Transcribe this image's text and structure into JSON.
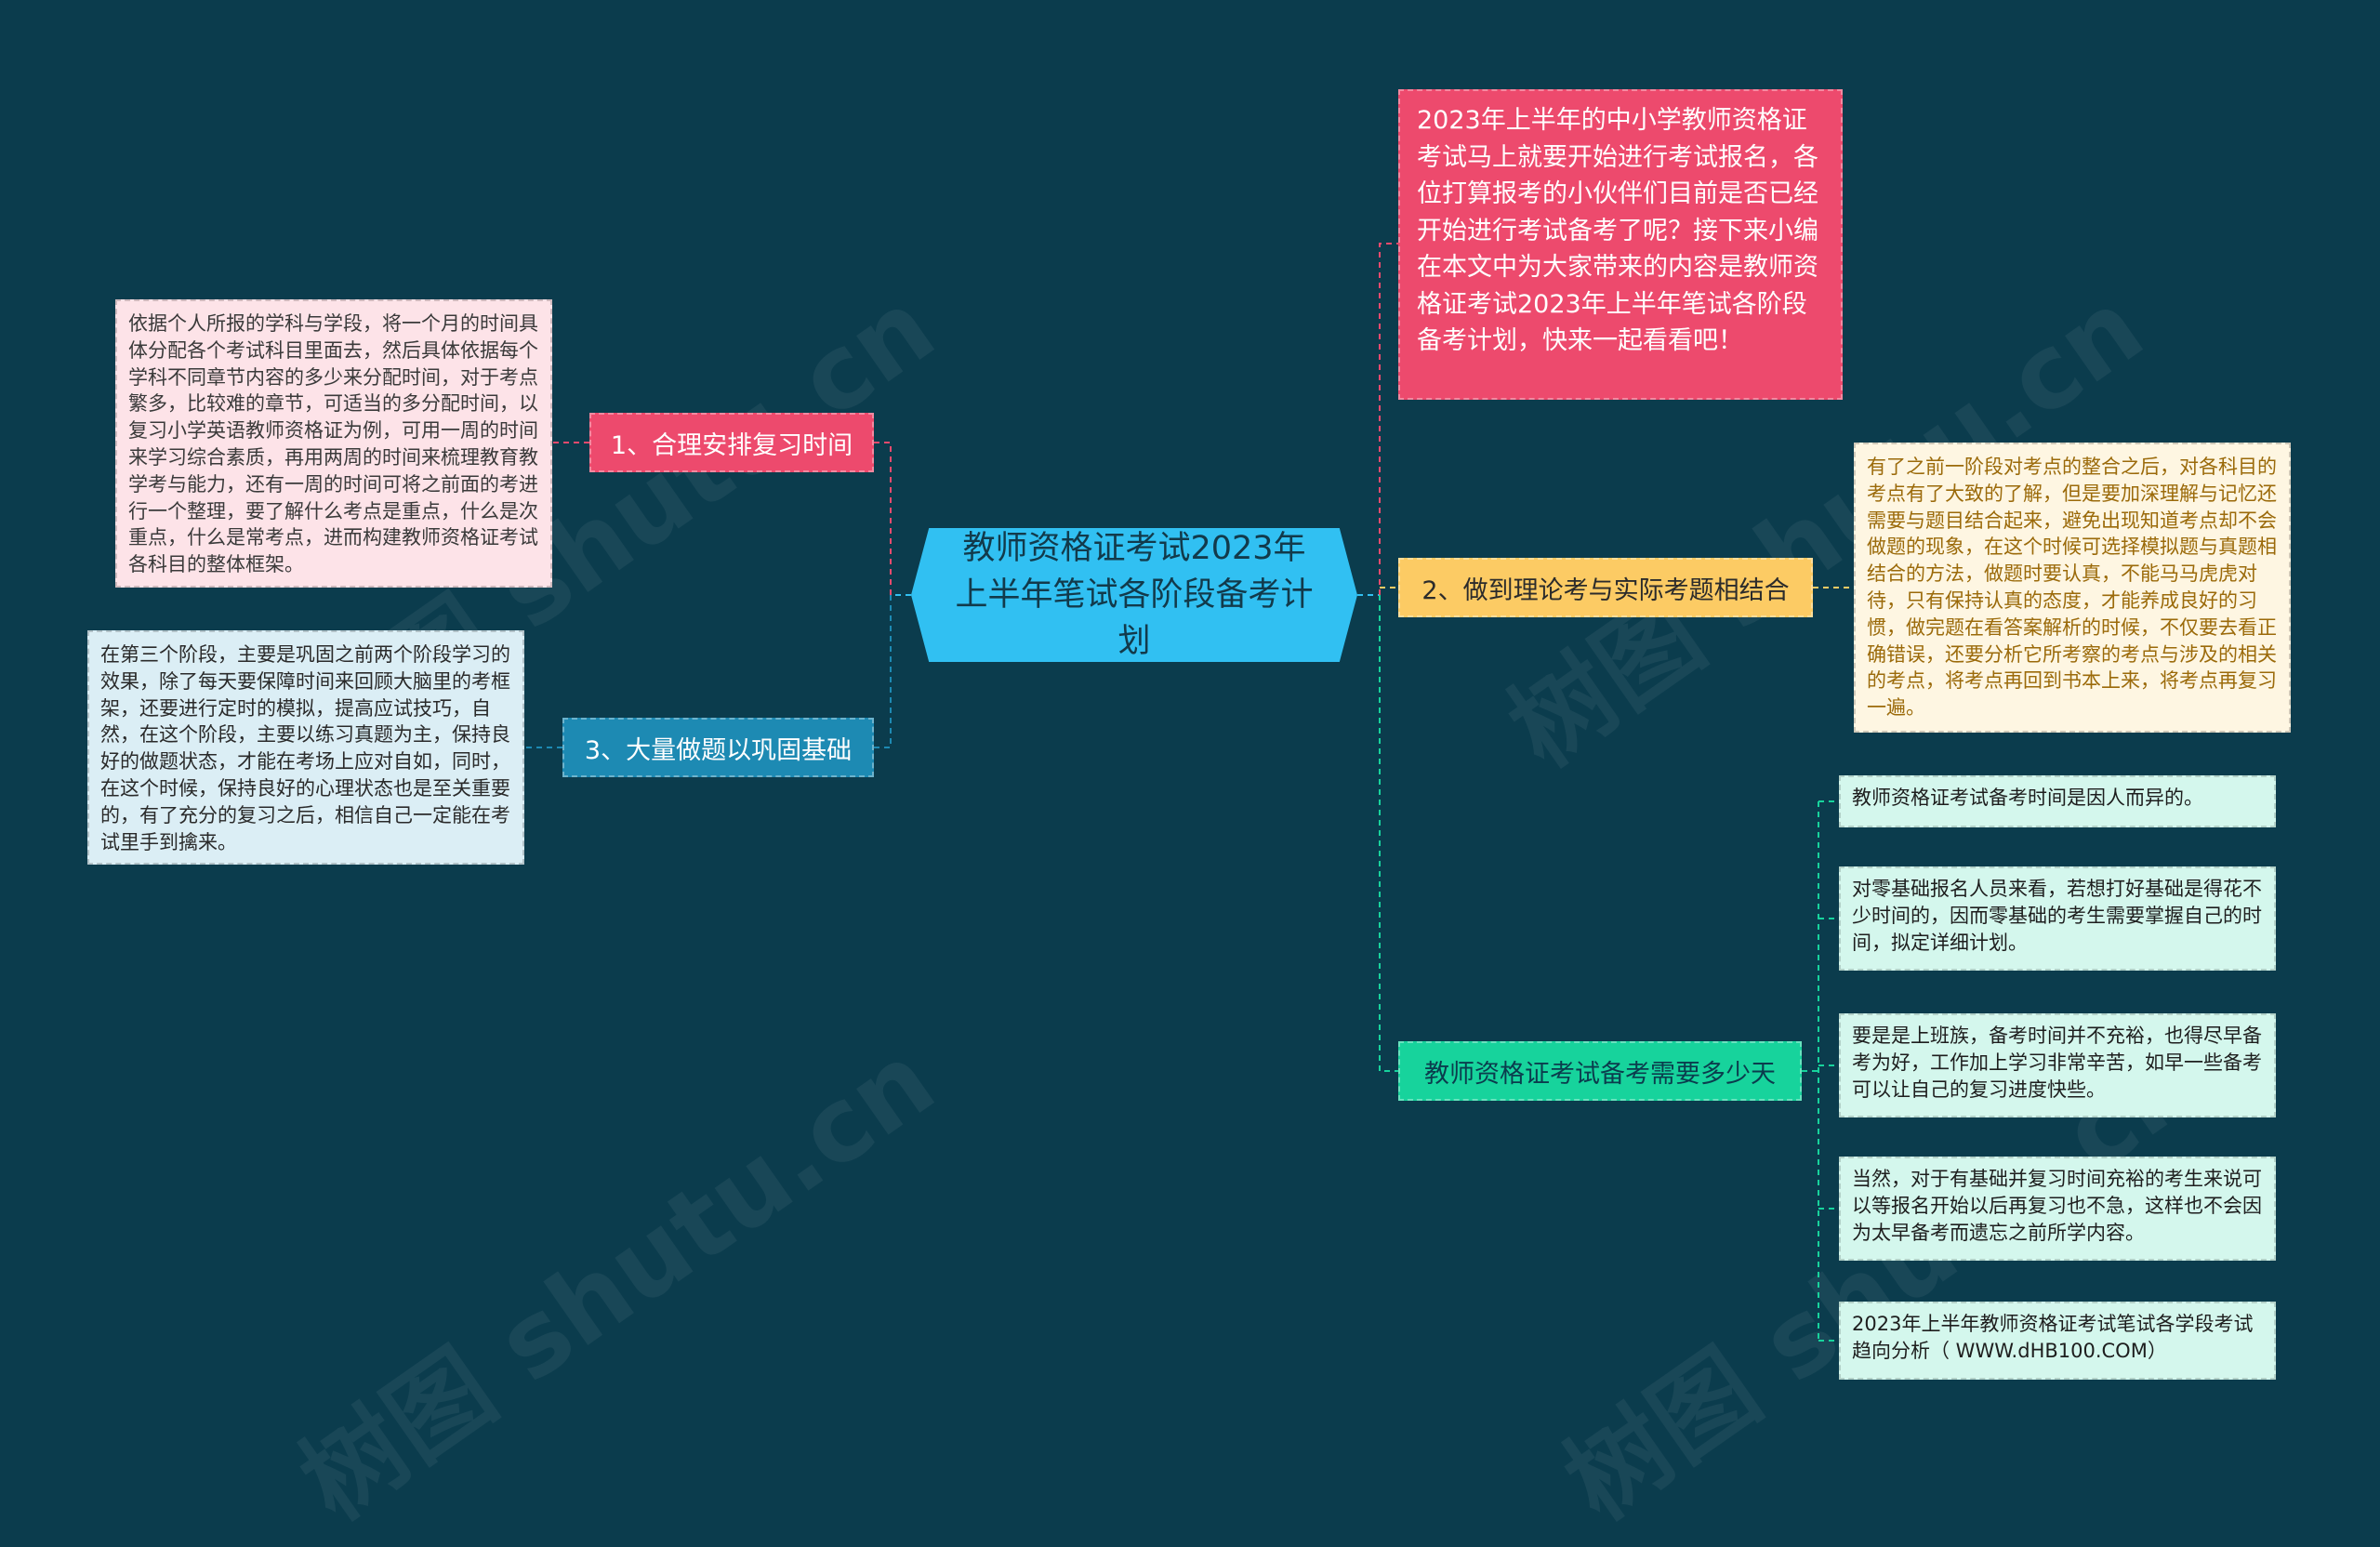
{
  "colors": {
    "background": "#0b3c4d",
    "center": "#31c0f2",
    "pink": "#ed4a6d",
    "blue": "#1d8ab3",
    "yellow": "#fccb64",
    "green": "#17d39c"
  },
  "center": {
    "title": "教师资格证考试2023年上半年笔试各阶段备考计划"
  },
  "intro": {
    "text": "2023年上半年的中小学教师资格证考试马上就要开始进行考试报名，各位打算报考的小伙伴们目前是否已经开始进行考试备考了呢？接下来小编在本文中为大家带来的内容是教师资格证考试2023年上半年笔试各阶段备考计划，快来一起看看吧！"
  },
  "branches": [
    {
      "label": "1、合理安排复习时间",
      "detail": "依据个人所报的学科与学段，将一个月的时间具体分配各个考试科目里面去，然后具体依据每个学科不同章节内容的多少来分配时间，对于考点繁多，比较难的章节，可适当的多分配时间，以复习小学英语教师资格证为例，可用一周的时间来学习综合素质，再用两周的时间来梳理教育教学考与能力，还有一周的时间可将之前面的考进行一个整理，要了解什么考点是重点，什么是次重点，什么是常考点，进而构建教师资格证考试各科目的整体框架。"
    },
    {
      "label": "3、大量做题以巩固基础",
      "detail": "在第三个阶段，主要是巩固之前两个阶段学习的效果，除了每天要保障时间来回顾大脑里的考框架，还要进行定时的模拟，提高应试技巧，自然，在这个阶段，主要以练习真题为主，保持良好的做题状态，才能在考场上应对自如，同时，在这个时候，保持良好的心理状态也是至关重要的，有了充分的复习之后，相信自己一定能在考试里手到擒来。"
    },
    {
      "label": "2、做到理论考与实际考题相结合",
      "detail": "有了之前一阶段对考点的整合之后，对各科目的考点有了大致的了解，但是要加深理解与记忆还需要与题目结合起来，避免出现知道考点却不会做题的现象，在这个时候可选择模拟题与真题相结合的方法，做题时要认真，不能马马虎虎对待，只有保持认真的态度，才能养成良好的习惯，做完题在看答案解析的时候，不仅要去看正确错误，还要分析它所考察的考点与涉及的相关的考点，将考点再回到书本上来，将考点再复习一遍。"
    },
    {
      "label": "教师资格证考试备考需要多少天",
      "items": [
        "教师资格证考试备考时间是因人而异的。",
        "对零基础报名人员来看，若想打好基础是得花不少时间的，因而零基础的考生需要掌握自己的时间，拟定详细计划。",
        "要是是上班族，备考时间并不充裕，也得尽早备考为好，工作加上学习非常辛苦，如早一些备考可以让自己的复习进度快些。",
        "当然，对于有基础并复习时间充裕的考生来说可以等报名开始以后再复习也不急，这样也不会因为太早备考而遗忘之前所学内容。",
        "2023年上半年教师资格证考试笔试各学段考试趋向分析（ WWW.dHB100.COM）"
      ]
    }
  ],
  "watermark": {
    "text": "树图 shutu.cn"
  }
}
